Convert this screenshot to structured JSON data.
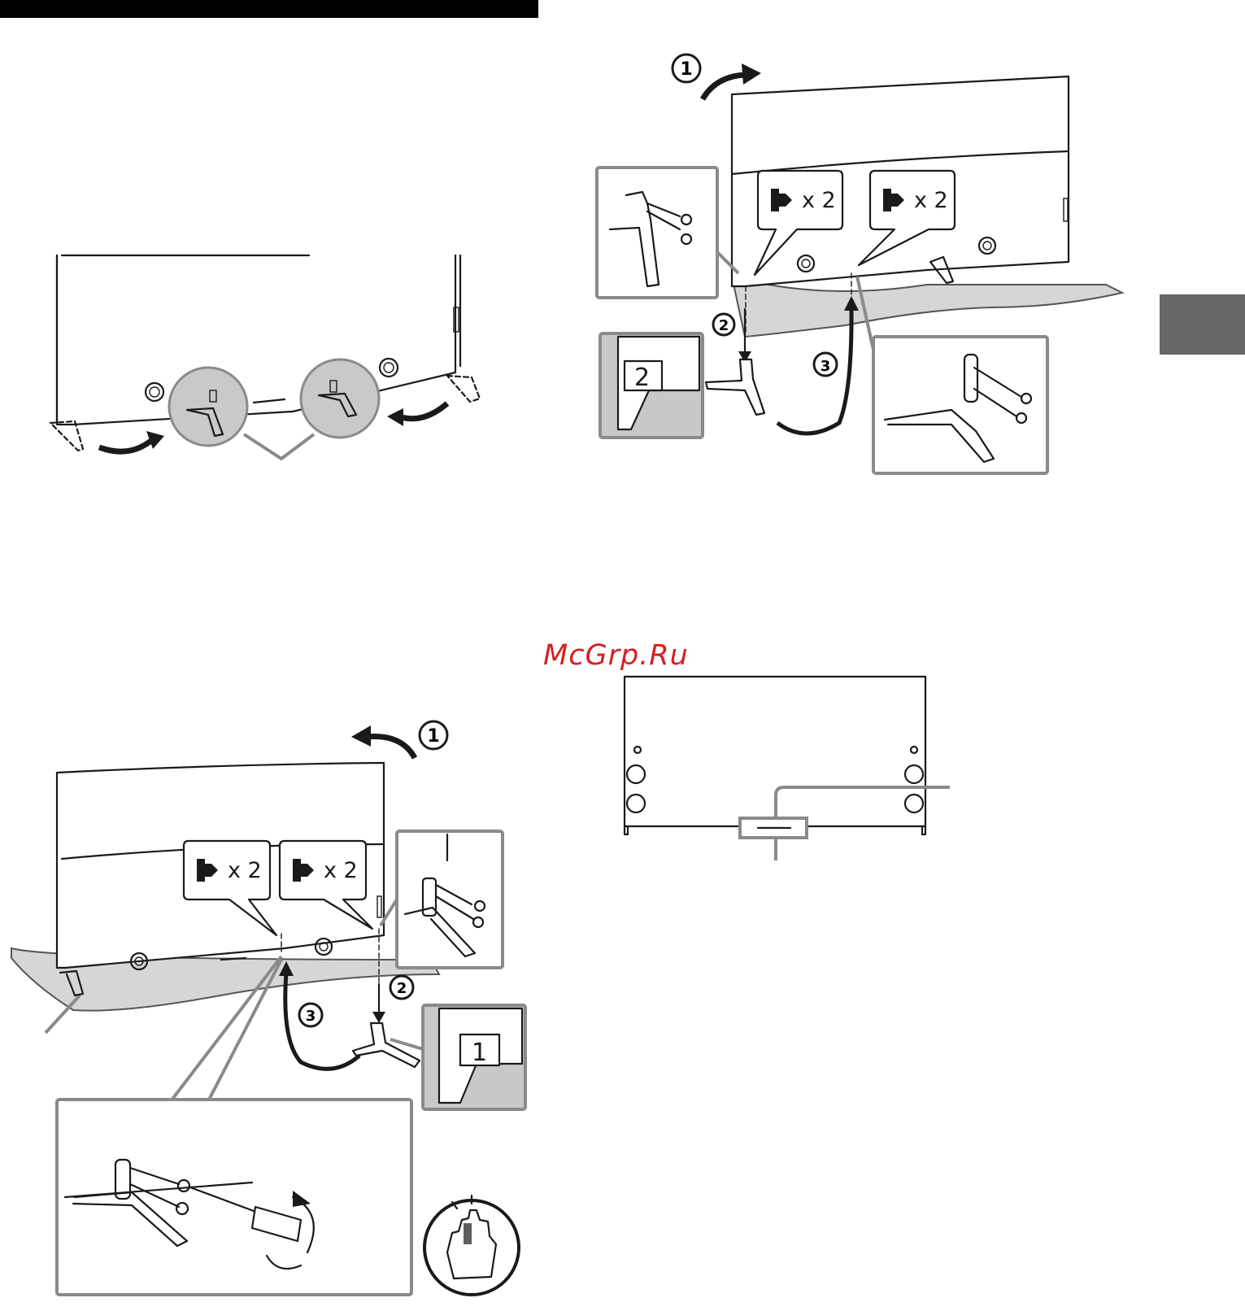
{
  "watermark": {
    "text": "McGrp.Ru",
    "color": "#d42020"
  },
  "diagrams": {
    "top_right": {
      "steps": [
        "1",
        "2",
        "3"
      ],
      "callouts": [
        {
          "quantity": "x 2",
          "icon": "screw-arrow-icon"
        },
        {
          "quantity": "x 2",
          "icon": "screw-arrow-icon"
        }
      ],
      "stand_label": "2"
    },
    "bottom_left": {
      "steps": [
        "1",
        "2",
        "3"
      ],
      "callouts": [
        {
          "quantity": "x 2",
          "icon": "screw-arrow-icon"
        },
        {
          "quantity": "x 2",
          "icon": "screw-arrow-icon"
        }
      ],
      "stand_label": "1"
    }
  },
  "colors": {
    "header_bar": "#000000",
    "side_tab": "#666666",
    "shelf": "#d6d6d6",
    "inset_border": "#8a8a8a"
  }
}
